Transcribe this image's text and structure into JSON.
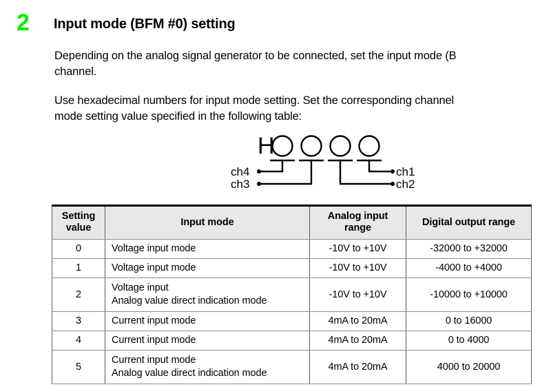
{
  "section": {
    "number": "2",
    "number_color": "#00ee00",
    "title": "Input mode (BFM #0) setting"
  },
  "paragraphs": [
    {
      "id": "para-1",
      "lines": [
        "Depending on the analog signal generator to be connected, set the input mode (B",
        "channel."
      ]
    },
    {
      "id": "para-2",
      "lines": [
        "Use hexadecimal numbers for input mode setting. Set the corresponding channel",
        "mode setting value specified in the following table:"
      ]
    }
  ],
  "diagram": {
    "prefix_label": "H",
    "digit_count": 4,
    "channel_labels": {
      "ch1": "ch1",
      "ch2": "ch2",
      "ch3": "ch3",
      "ch4": "ch4"
    },
    "mapping_note": "digit1(leftmost)=ch4, digit2=ch3, digit3=ch2, digit4(rightmost)=ch1"
  },
  "table": {
    "headers": [
      "Setting\nvalue",
      "Input mode",
      "Analog input\nrange",
      "Digital output range"
    ],
    "header_lines": {
      "setting": [
        "Setting",
        "value"
      ],
      "mode": [
        "Input mode"
      ],
      "analog": [
        "Analog input",
        "range"
      ],
      "digital": [
        "Digital output range"
      ]
    },
    "rows": [
      {
        "setting": "0",
        "mode_lines": [
          "Voltage input mode"
        ],
        "analog": "-10V to +10V",
        "digital": "-32000 to +32000"
      },
      {
        "setting": "1",
        "mode_lines": [
          "Voltage input mode"
        ],
        "analog": "-10V to +10V",
        "digital": "-4000 to +4000"
      },
      {
        "setting": "2",
        "mode_lines": [
          "Voltage input",
          "Analog value direct indication mode"
        ],
        "analog": "-10V to +10V",
        "digital": "-10000 to +10000"
      },
      {
        "setting": "3",
        "mode_lines": [
          "Current input mode"
        ],
        "analog": "4mA to 20mA",
        "digital": "0 to 16000"
      },
      {
        "setting": "4",
        "mode_lines": [
          "Current input mode"
        ],
        "analog": "4mA to 20mA",
        "digital": "0 to 4000"
      },
      {
        "setting": "5",
        "mode_lines": [
          "Current input mode",
          "Analog value direct indication mode"
        ],
        "analog": "4mA to 20mA",
        "digital": "4000 to 20000"
      }
    ],
    "colors": {
      "header_background": "#e8e8e8",
      "top_border": "#000000",
      "grid_line": "#8c8c8c"
    }
  }
}
